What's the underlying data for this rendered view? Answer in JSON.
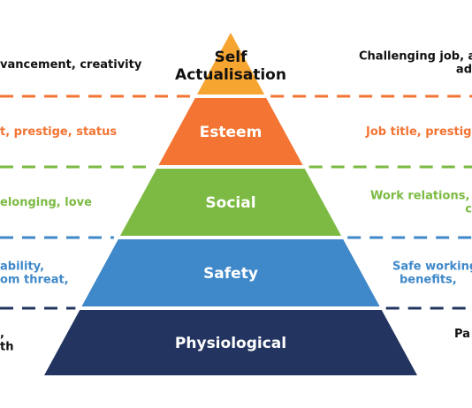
{
  "colors": {
    "self_actualisation": "#f7a531",
    "esteem": "#f37433",
    "social": "#7cba43",
    "safety": "#3f88c9",
    "physiological": "#22345f",
    "text_dark": "#111111",
    "text_light": "#ffffff"
  },
  "tiers": [
    {
      "key": "self_actualisation",
      "name_lines": [
        "Self",
        "Actualisation"
      ],
      "left_lines": [
        "vancement, creativity"
      ],
      "right_lines": [
        "Challenging job, ad",
        "ad"
      ],
      "color": "#f7a531",
      "left_text_color": "#111111",
      "right_text_color": "#111111",
      "dash_color": "#f37433"
    },
    {
      "key": "esteem",
      "name_lines": [
        "Esteem"
      ],
      "left_lines": [
        "t, prestige, status"
      ],
      "right_lines": [
        "Job title, prestige"
      ],
      "color": "#f37433",
      "left_text_color": "#f37433",
      "right_text_color": "#f37433",
      "dash_color": "#7cba43"
    },
    {
      "key": "social",
      "name_lines": [
        "Social"
      ],
      "left_lines": [
        "elonging, love"
      ],
      "right_lines": [
        "Work relations, p",
        "c"
      ],
      "color": "#7cba43",
      "left_text_color": "#7cba43",
      "right_text_color": "#7cba43",
      "dash_color": "#3f88c9"
    },
    {
      "key": "safety",
      "name_lines": [
        "Safety"
      ],
      "left_lines": [
        "ability,",
        "om threat,"
      ],
      "right_lines": [
        "Safe working",
        "benefits,"
      ],
      "color": "#3f88c9",
      "left_text_color": "#3f88c9",
      "right_text_color": "#3f88c9",
      "dash_color": "#22345f"
    },
    {
      "key": "physiological",
      "name_lines": [
        "Physiological"
      ],
      "left_lines": [
        ",",
        "th"
      ],
      "right_lines": [
        "Pa"
      ],
      "color": "#22345f",
      "left_text_color": "#111111",
      "right_text_color": "#111111",
      "dash_color": null
    }
  ]
}
